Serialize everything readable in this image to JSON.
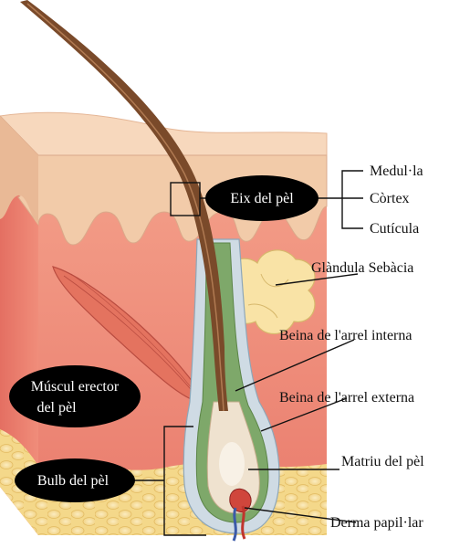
{
  "diagram": {
    "labels": {
      "shaft": "Eix del pèl",
      "medulla": "Medul·la",
      "cortex": "Còrtex",
      "cuticle": "Cutícula",
      "sebaceous_gland": "Glàndula Sebàcia",
      "inner_root_sheath": "Beina de l'arrel interna",
      "outer_root_sheath": "Beina de l'arrel externa",
      "arrector_muscle_line1": "Múscul erector",
      "arrector_muscle_line2": "del pèl",
      "bulb": "Bulb del pèl",
      "matrix": "Matriu del pèl",
      "papilla": "Derma papil·lar"
    },
    "colors": {
      "epidermis": "#f2cba9",
      "dermis": "#ef8a78",
      "hypodermis_fat": "#f7dc8e",
      "hair_shaft": "#7a4a2a",
      "outer_sheath": "#cfdbe4",
      "inner_sheath": "#7ea86a",
      "sebaceous": "#f9e3a6",
      "muscle": "#e4735f",
      "label_bubble": "#000000"
    }
  }
}
